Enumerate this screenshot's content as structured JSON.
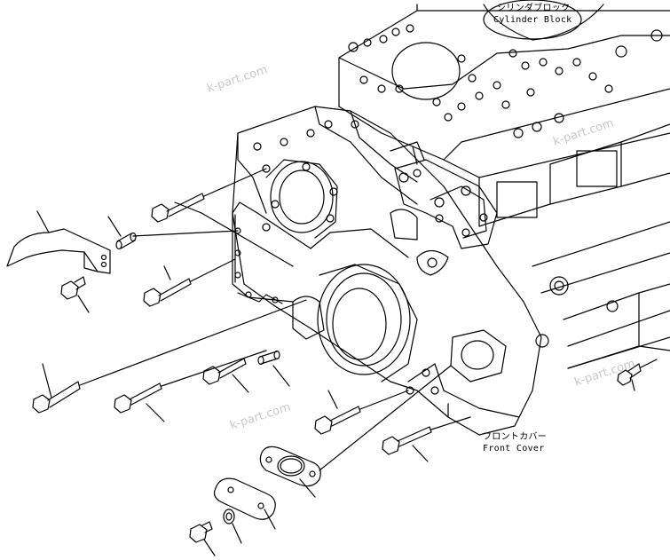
{
  "labels": {
    "cylinder_block_jp": "シリンダブロック",
    "cylinder_block_en": "Cylinder Block",
    "front_cover_jp": "フロントカバー",
    "front_cover_en": "Front Cover"
  },
  "watermarks": [
    "k-part.com",
    "k-part.com",
    "k-part.com",
    "k-part.com"
  ],
  "colors": {
    "line": "#000000",
    "watermark": "#c8c8c8",
    "background": "#ffffff"
  }
}
